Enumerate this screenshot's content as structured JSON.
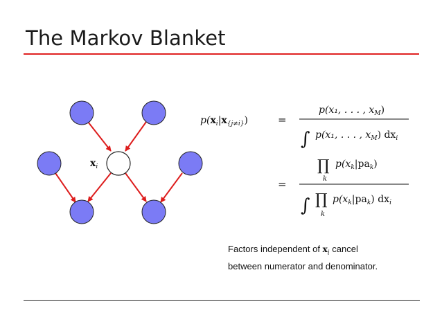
{
  "slide": {
    "title": "The Markov Blanket"
  },
  "graph": {
    "center_label": "x",
    "center_label_sub": "i",
    "node_color": "#7b7bf5",
    "center_node_color": "#ffffff",
    "edge_color": "#dd1c1c"
  },
  "equation": {
    "lhs_p": "p(",
    "lhs_x": "x",
    "lhs_i": "i",
    "lhs_bar": "|",
    "lhs_xbraces": "x",
    "lhs_sub": "{j≠i}",
    "lhs_close": ")",
    "eq1": "=",
    "eq2": "=",
    "num1": "p(x₁, . . . , x",
    "num1_M": "M",
    "num1_close": ")",
    "den1_int": "∫",
    "den1": "p(x₁, . . . , x",
    "den1_M": "M",
    "den1_close": ") dx",
    "den1_i": "i",
    "prod": "∏",
    "prod_k": "k",
    "num2": "p(x",
    "num2_k": "k",
    "num2_mid": "|pa",
    "num2_k2": "k",
    "num2_close": ")",
    "den2_int": "∫",
    "den2_prod": "∏",
    "den2_k": "k",
    "den2": "p(x",
    "den2_k1": "k",
    "den2_mid": "|pa",
    "den2_k2": "k",
    "den2_close": ") dx",
    "den2_i": "i"
  },
  "caption": {
    "line1_pre": "Factors independent of ",
    "var": "x",
    "var_sub": "i",
    "line1_post": " cancel",
    "line2": "between numerator and denominator."
  }
}
